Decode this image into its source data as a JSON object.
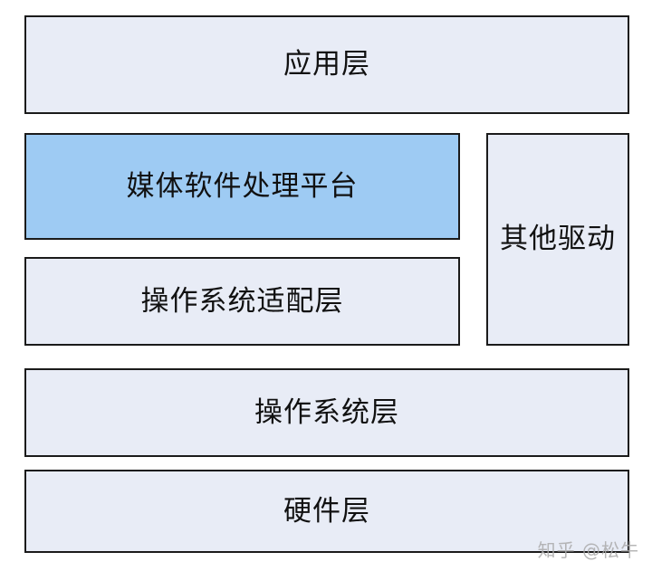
{
  "layers": {
    "application": "应用层",
    "media_platform": "媒体软件处理平台",
    "other_drivers": "其他驱动",
    "os_adapter": "操作系统适配层",
    "os": "操作系统层",
    "hardware": "硬件层"
  },
  "watermark": "知乎 @松牛",
  "colors": {
    "box_fill": "#e8ecf6",
    "highlight_fill": "#9ecbf3",
    "border": "#1b1b1b"
  }
}
